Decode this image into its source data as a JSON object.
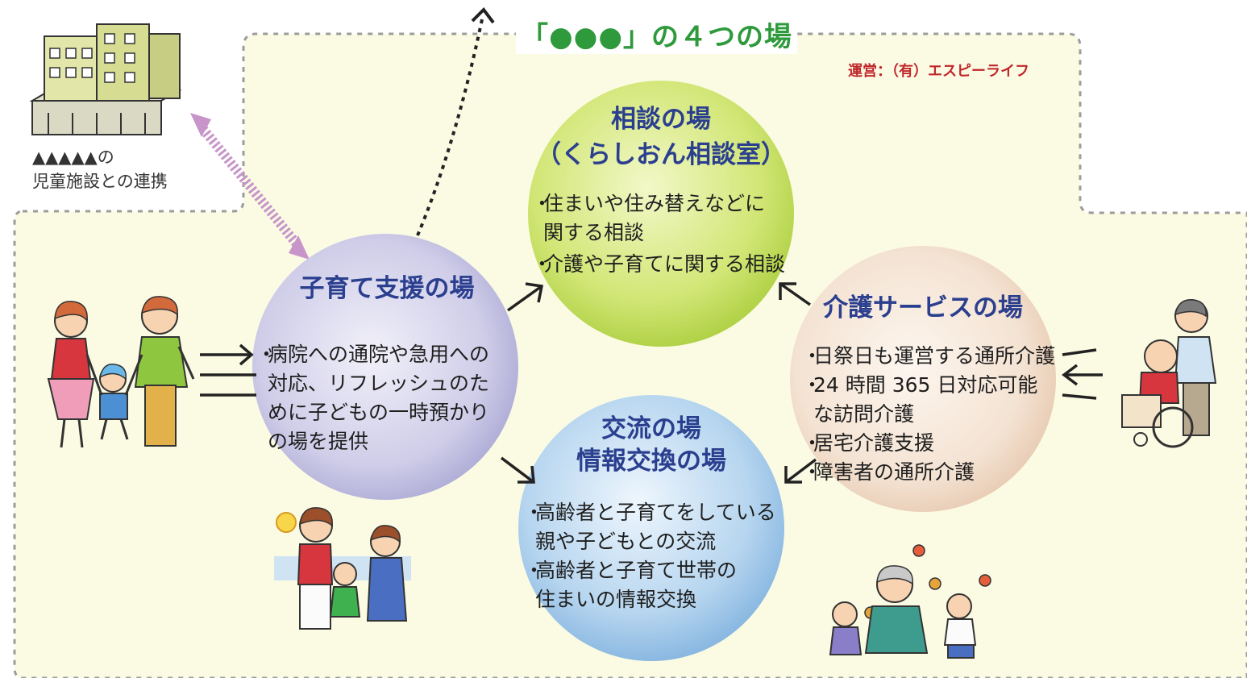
{
  "title": "「●●●」の４つの場",
  "operator": "運営：（有）エスピーライフ",
  "facility": {
    "line1": "▲▲▲▲▲の",
    "line2": "児童施設との連携"
  },
  "circles": {
    "consult": {
      "title1": "相談の場",
      "title2": "（くらしおん相談室）",
      "items": [
        {
          "l1": "住まいや住み替えなどに",
          "l2": "関する相談"
        },
        {
          "l1": "介護や子育てに関する相談"
        }
      ]
    },
    "childcare": {
      "title": "子育て支援の場",
      "items": [
        {
          "l1": "病院への通院や急用への",
          "l2": "対応、リフレッシュのた",
          "l3": "めに子どもの一時預かり",
          "l4": "の場を提供"
        }
      ]
    },
    "care": {
      "title": "介護サービスの場",
      "items": [
        {
          "l1": "日祭日も運営する通所介護"
        },
        {
          "l1": "24 時間 365 日対応可能",
          "l2": "な訪問介護"
        },
        {
          "l1": "居宅介護支援"
        },
        {
          "l1": "障害者の通所介護"
        }
      ]
    },
    "exchange": {
      "title1": "交流の場",
      "title2": "情報交換の場",
      "items": [
        {
          "l1": "高齢者と子育てをしている",
          "l2": "親や子どもとの交流"
        },
        {
          "l1": "高齢者と子育て世帯の",
          "l2": "住まいの情報交換"
        }
      ]
    }
  },
  "colors": {
    "bg_panel": "#fbfbe4",
    "border_dash": "#9c9c9c",
    "title_green": "#2e9a3c",
    "circle_consult": "#c7e25a",
    "circle_childcare": "#b9b7dc",
    "circle_care": "#efd9c6",
    "circle_exchange": "#9cc3e6",
    "circle_title": "#2b3f8f",
    "link_arrow": "#c795c9"
  },
  "icons": [
    "building-icon",
    "family-illustration",
    "wheelchair-illustration",
    "playing-elderly-illustration",
    "mother-children-illustration"
  ]
}
